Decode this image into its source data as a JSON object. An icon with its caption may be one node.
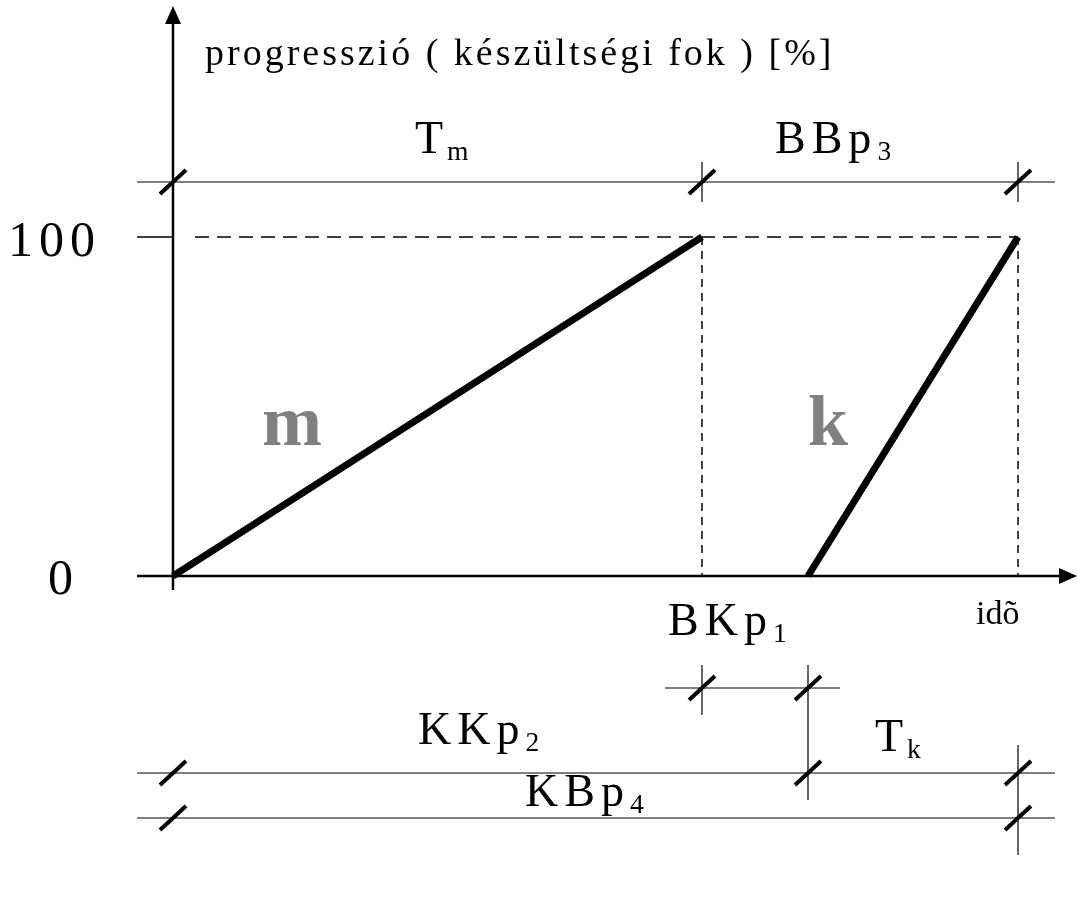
{
  "diagram": {
    "labels": [
      "progresszió ( készültségi fok ) [%]",
      "T$_{m}$",
      "BBp$_{3}$",
      "100",
      "m",
      "k",
      "0",
      "BKp$_{1}$",
      "idõ",
      "KKp$_{2}$",
      "T$_{k}$",
      "KBp$_{4}$"
    ]
  }
}
